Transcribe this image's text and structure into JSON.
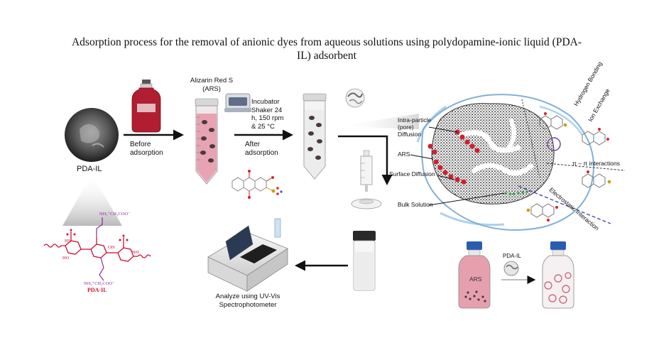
{
  "title": {
    "line1": "Adsorption process for the removal of anionic dyes from aqueous solutions using polydopamine-ionic liquid (PDA-",
    "line2": "IL) adsorbent"
  },
  "labels": {
    "pda_il": "PDA-IL",
    "before_adsorption": [
      "Before",
      "adsorption"
    ],
    "ars": [
      "Alizarin Red S",
      "(ARS)"
    ],
    "incubator": [
      "Incubator",
      "Shaker 24",
      "h, 150 rpm",
      "& 25 °C"
    ],
    "after_adsorption": [
      "After",
      "adsorption"
    ],
    "intra_particle": [
      "Intra-particle",
      "(pore)",
      "Diffusion"
    ],
    "ars_short": "ARS",
    "surface_diffusion": "Surface Diffusion",
    "bulk_solution": "Bulk Solution",
    "hydrogen_bonding": "Hydrogen Bonding",
    "ion_exchange": "Ion Exchange",
    "pi_interactions": "π – π interactions",
    "electrostatic": "Electrostatic Interaction",
    "analyze": [
      "Analyze using UV-Vis",
      "Spectrophotometer"
    ],
    "bottle_ars": "ARS",
    "bottle_pda_il": "PDA-IL"
  },
  "structure": {
    "substituent": "NH₃⁺CH₃COO⁻",
    "nh": "NH",
    "hn": "HN",
    "ho": "HO",
    "oh": "OH",
    "name": "PDA-IL"
  },
  "colors": {
    "arrow": "#111111",
    "solution_pink": "#e8a3b2",
    "dark_red": "#a3132a",
    "particle": "#4a3a3e",
    "structure_red": "#cc1133",
    "structure_purple": "#8a2b9a",
    "water_blue": "#4d8fc4"
  }
}
